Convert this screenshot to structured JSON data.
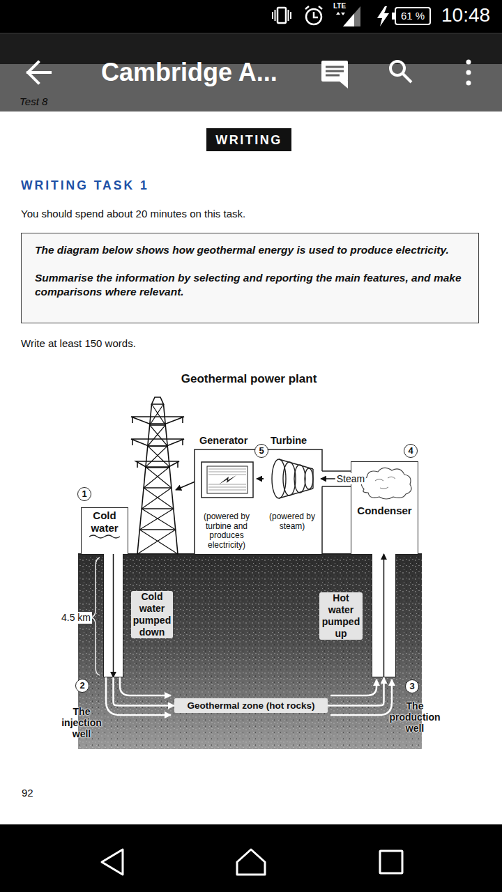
{
  "diagram": {
    "title": "Geothermal power plant",
    "nodes": [
      {
        "text": [
          "WRITING"
        ]
      },
      {
        "text": [
          "The diagram below shows how geothermal energy is used to produce electricity.",
          "Summarise the information by selecting and reporting the main features, and make comparisons where relevant."
        ]
      },
      {
        "text": [
          "Cold water"
        ]
      },
      {
        "text": [
          "Generator",
          "(powered by turbine and produces electricity)"
        ]
      },
      {
        "text": [
          "Turbine",
          "(powered by steam)"
        ]
      },
      {
        "text": [
          "Condenser"
        ]
      },
      {
        "text": [
          "The injection well"
        ]
      },
      {
        "text": [
          "Geothermal zone (hot rocks)"
        ]
      },
      {
        "text": [
          "The production well"
        ]
      }
    ],
    "edges": [
      {
        "from": 2,
        "to": 6,
        "arrow": "to"
      },
      {
        "from": 6,
        "to": 7,
        "arrow": "to"
      },
      {
        "from": 7,
        "to": 8,
        "arrow": "to"
      },
      {
        "from": 8,
        "to": 5,
        "arrow": "to"
      },
      {
        "from": 5,
        "to": 4,
        "label": "Steam",
        "arrow": "to"
      },
      {
        "from": 4,
        "to": 3,
        "arrow": "to"
      }
    ],
    "labels": [
      "LTE",
      "61 %",
      "10:48",
      "Cambridge A...",
      "Test 8",
      "WRITING TASK 1",
      "You should spend about 20 minutes on this task.",
      "Write at least 150 words.",
      "5",
      "4",
      "1",
      "4.5 km",
      "Cold water pumped down",
      "Hot water pumped up",
      "2",
      "3",
      "92"
    ]
  }
}
